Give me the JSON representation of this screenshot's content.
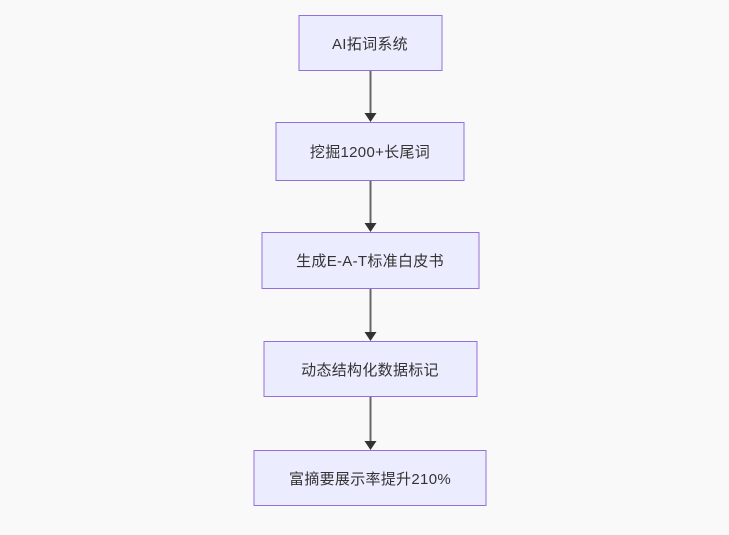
{
  "flowchart": {
    "type": "flowchart",
    "direction": "top-down",
    "nodes": [
      {
        "id": "n0",
        "label": "AI拓词系统"
      },
      {
        "id": "n1",
        "label": "挖掘1200+长尾词"
      },
      {
        "id": "n2",
        "label": "生成E-A-T标准白皮书"
      },
      {
        "id": "n3",
        "label": "动态结构化数据标记"
      },
      {
        "id": "n4",
        "label": "富摘要展示率提升210%"
      }
    ],
    "edges": [
      {
        "from": "n0",
        "to": "n1",
        "style": "solid-arrow"
      },
      {
        "from": "n1",
        "to": "n2",
        "style": "solid-arrow"
      },
      {
        "from": "n2",
        "to": "n3",
        "style": "solid-arrow"
      },
      {
        "from": "n3",
        "to": "n4",
        "style": "solid-arrow"
      }
    ],
    "colors": {
      "node_fill": "#ECECFF",
      "node_border": "#9370DB",
      "edge_line": "#666666",
      "arrowhead": "#333333",
      "text": "#333333",
      "canvas_background": "#f9f9f9"
    }
  }
}
